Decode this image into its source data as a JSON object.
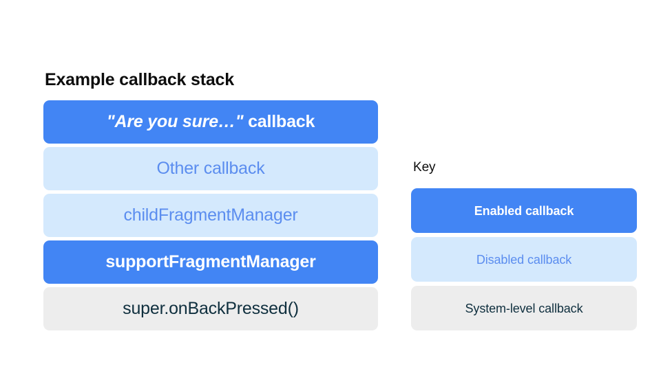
{
  "palette": {
    "page_background": "#ffffff",
    "enabled_fill": "#4285f4",
    "enabled_text": "#ffffff",
    "disabled_fill": "#d4e9fd",
    "disabled_text": "#5b8def",
    "system_fill": "#ededed",
    "system_text": "#0f2f3e",
    "heading_text": "#0d0d0d"
  },
  "stack": {
    "title": "Example callback stack",
    "rows": [
      {
        "label": "\"Are you sure…\" callback",
        "quoted_part": "\"Are you sure…\"",
        "plain_part": " callback",
        "state": "enabled"
      },
      {
        "label": "Other callback",
        "state": "disabled"
      },
      {
        "label": "childFragmentManager",
        "state": "disabled"
      },
      {
        "label": "supportFragmentManager",
        "state": "enabled"
      },
      {
        "label": "super.onBackPressed()",
        "state": "system"
      }
    ]
  },
  "key": {
    "title": "Key",
    "items": [
      {
        "label": "Enabled callback",
        "state": "enabled"
      },
      {
        "label": "Disabled callback",
        "state": "disabled"
      },
      {
        "label": "System-level callback",
        "state": "system"
      }
    ]
  }
}
